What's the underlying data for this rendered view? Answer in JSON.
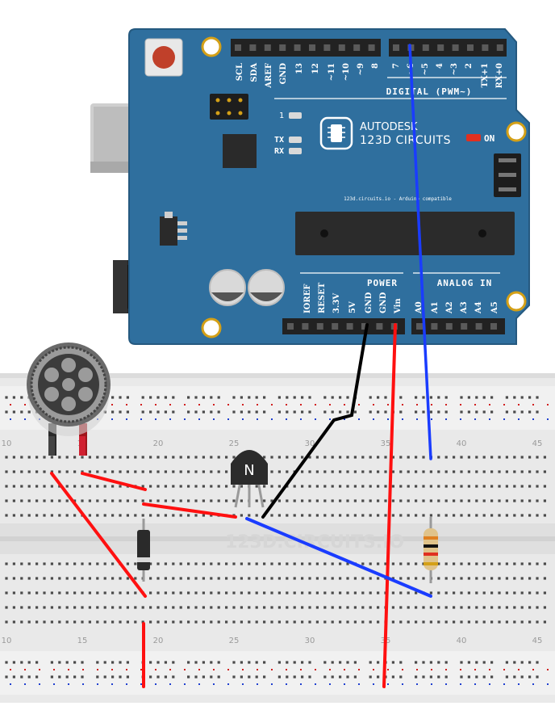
{
  "arduino": {
    "brand_line1": "AUTODESK",
    "brand_line2": "123D CIRCUITS",
    "on_label": "ON",
    "led_l_label": "1",
    "tx_label": "TX",
    "rx_label": "RX",
    "subtitle": "123d.circuits.io - Arduino compatible",
    "digital_header": "DIGITAL (PWM~)",
    "power_header": "POWER",
    "analog_header": "ANALOG IN",
    "top_pins": [
      "SCL",
      "SDA",
      "AREF",
      "GND",
      "13",
      "12",
      "~11",
      "~10",
      "~9",
      "8",
      "7",
      "~6",
      "~5",
      "4",
      "~3",
      "2",
      "TX+1",
      "RX+0"
    ],
    "bottom_pins": [
      "IOREF",
      "RESET",
      "3.3V",
      "5V",
      "GND",
      "GND",
      "Vin",
      "A0",
      "A1",
      "A2",
      "A3",
      "A4",
      "A5"
    ]
  },
  "breadboard": {
    "watermark": "123D.CIRCUITS.IO",
    "col_numbers": [
      "10",
      "15",
      "20",
      "25",
      "30",
      "35",
      "40",
      "45"
    ]
  },
  "transistor": {
    "label": "N"
  },
  "colors": {
    "board": "#2f6f9e",
    "wire_red": "#ff0000",
    "wire_blue": "#1a3cff",
    "wire_black": "#000000",
    "breadboard": "#ececec"
  }
}
